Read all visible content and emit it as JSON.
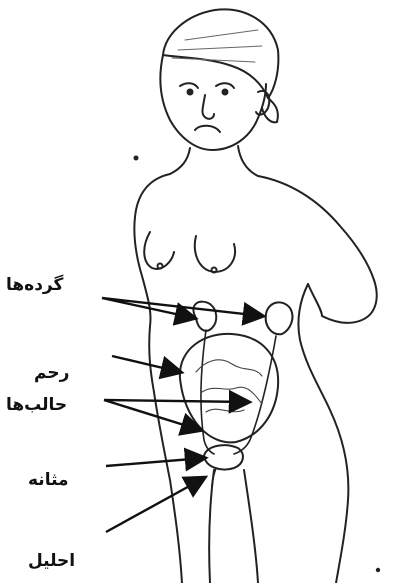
{
  "labels": {
    "kidneys": "گرده‌ها",
    "uterus": "رحم",
    "ureters": "حالب‌ها",
    "bladder": "مثانه",
    "urethra": "احلیل"
  }
}
